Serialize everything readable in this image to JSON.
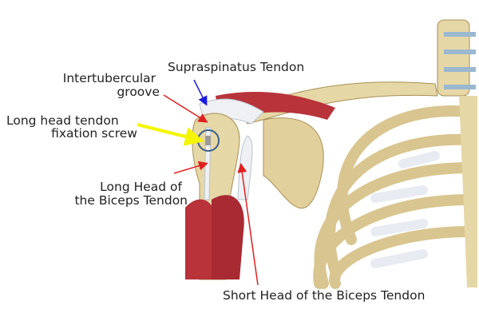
{
  "labels": {
    "supraspinatus": "Supraspinatus Tendon",
    "intertubercular_1": "Intertubercular",
    "intertubercular_2": "groove",
    "screw_1": "Long head tendon",
    "screw_2": "fixation screw",
    "long_head_1": "Long Head of",
    "long_head_2": "the Biceps Tendon",
    "short_head": "Short Head of the Biceps Tendon"
  },
  "colors": {
    "bone": "#e6d7a6",
    "bone_shadow": "#bfa56a",
    "muscle": "#b8333a",
    "tendon": "#eef0f4",
    "arrow_red": "#e02020",
    "arrow_blue": "#1a1adc",
    "arrow_yellow": "#f5f500",
    "circle": "#3a5f8a"
  }
}
